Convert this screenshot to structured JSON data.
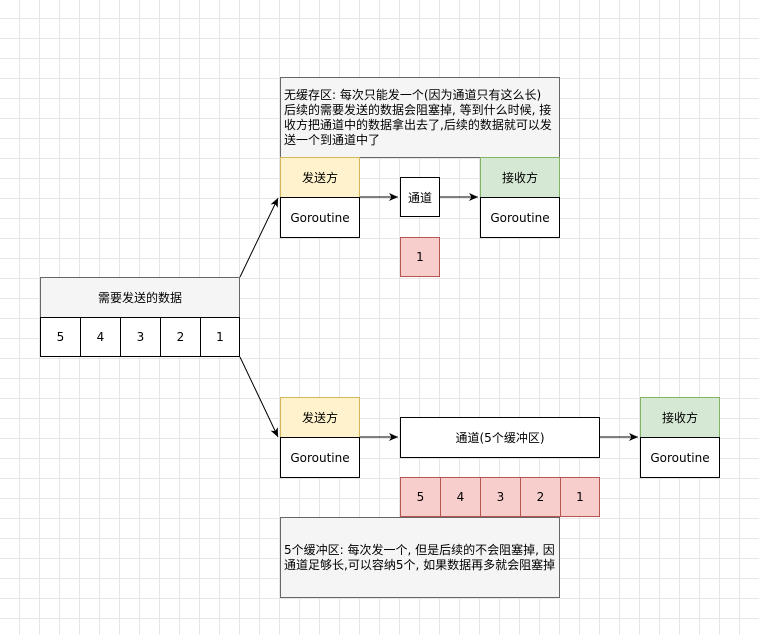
{
  "source": {
    "title": "需要发送的数据",
    "cells": [
      "5",
      "4",
      "3",
      "2",
      "1"
    ]
  },
  "unbuffered": {
    "note": "无缓存区: 每次只能发一个(因为通道只有这么长) 后续的需要发送的数据会阻塞掉, 等到什么时候, 接收方把通道中的数据拿出去了,后续的数据就可以发送一个到通道中了",
    "sender_label": "发送方",
    "sender_body": "Goroutine",
    "channel_label": "通道",
    "receiver_label": "接收方",
    "receiver_body": "Goroutine",
    "queue": [
      "1"
    ]
  },
  "buffered": {
    "sender_label": "发送方",
    "sender_body": "Goroutine",
    "channel_label": "通道(5个缓冲区)",
    "receiver_label": "接收方",
    "receiver_body": "Goroutine",
    "queue": [
      "5",
      "4",
      "3",
      "2",
      "1"
    ],
    "note": "5个缓冲区: 每次发一个, 但是后续的不会阻塞掉, 因通道足够长,可以容纳5个, 如果数据再多就会阻塞掉"
  },
  "colors": {
    "sender": "#fff2cc",
    "receiver": "#d5e8d4",
    "data": "#f8cecc",
    "note": "#f5f5f5"
  }
}
